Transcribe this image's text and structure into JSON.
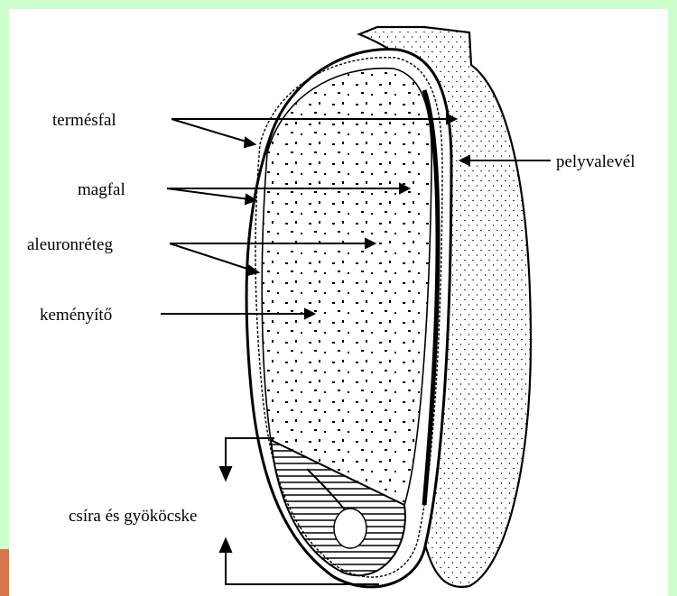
{
  "diagram": {
    "labels": {
      "pericarp": "termésfal",
      "seed_coat": "magfal",
      "aleurone": "aleuronréteg",
      "starch": "keményítő",
      "husk": "pelyvalevél",
      "embryo": "csíra és gyököcske"
    },
    "background_color": "#ccffcc"
  }
}
